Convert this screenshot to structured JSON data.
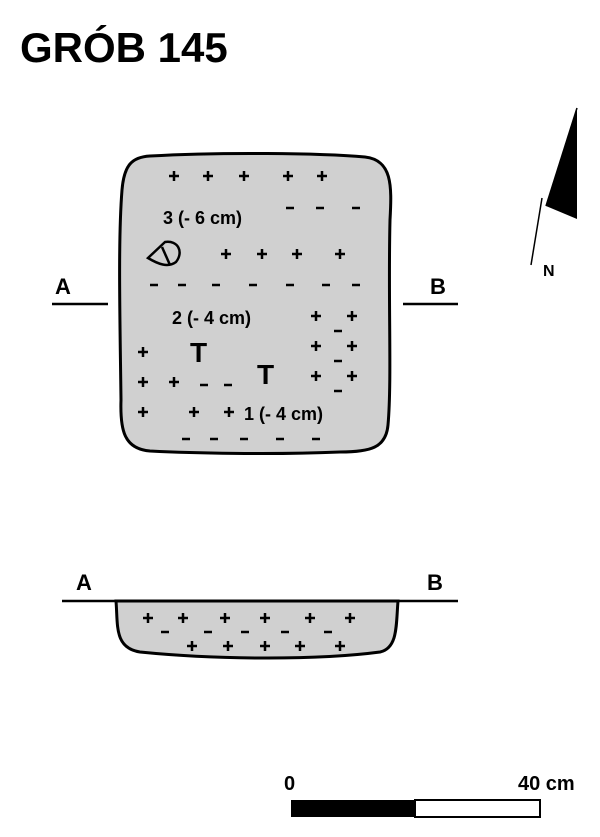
{
  "title": "GRÓB 145",
  "plan": {
    "label_a": "A",
    "label_b": "B",
    "layers": [
      "3 (- 6 cm)",
      "2 (- 4 cm)",
      "1 (- 4 cm)"
    ]
  },
  "north_label": "N",
  "section": {
    "label_a": "A",
    "label_b": "B"
  },
  "scale": {
    "start": "0",
    "end": "40 cm"
  },
  "colors": {
    "fill": "#d0d0d0",
    "ink": "#000000"
  }
}
